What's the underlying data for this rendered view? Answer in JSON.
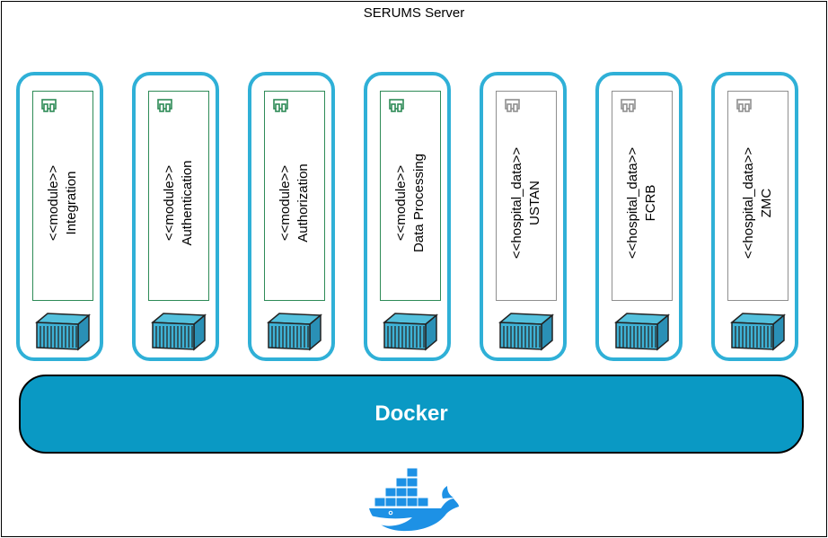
{
  "server": {
    "title": "SERUMS Server"
  },
  "containers": [
    {
      "stereotype": "<<module>>",
      "name": "Integration",
      "kind": "module"
    },
    {
      "stereotype": "<<module>>",
      "name": "Authentication",
      "kind": "module"
    },
    {
      "stereotype": "<<module>>",
      "name": "Authorization",
      "kind": "module"
    },
    {
      "stereotype": "<<module>>",
      "name": "Data Processing",
      "kind": "module"
    },
    {
      "stereotype": "<<hospital_data>>",
      "name": "USTAN",
      "kind": "hospital"
    },
    {
      "stereotype": "<<hospital_data>>",
      "name": "FCRB",
      "kind": "hospital"
    },
    {
      "stereotype": "<<hospital_data>>",
      "name": "ZMC",
      "kind": "hospital"
    }
  ],
  "docker": {
    "label": "Docker"
  },
  "colors": {
    "accent": "#2fb0d7",
    "docker_bar": "#0a99c4",
    "module_border": "#2e8b57",
    "hospital_border": "#8f8f8f",
    "whale": "#1d91e5"
  },
  "icons": {
    "component": "component-icon",
    "container": "shipping-container-icon",
    "docker_logo": "docker-whale-icon"
  }
}
